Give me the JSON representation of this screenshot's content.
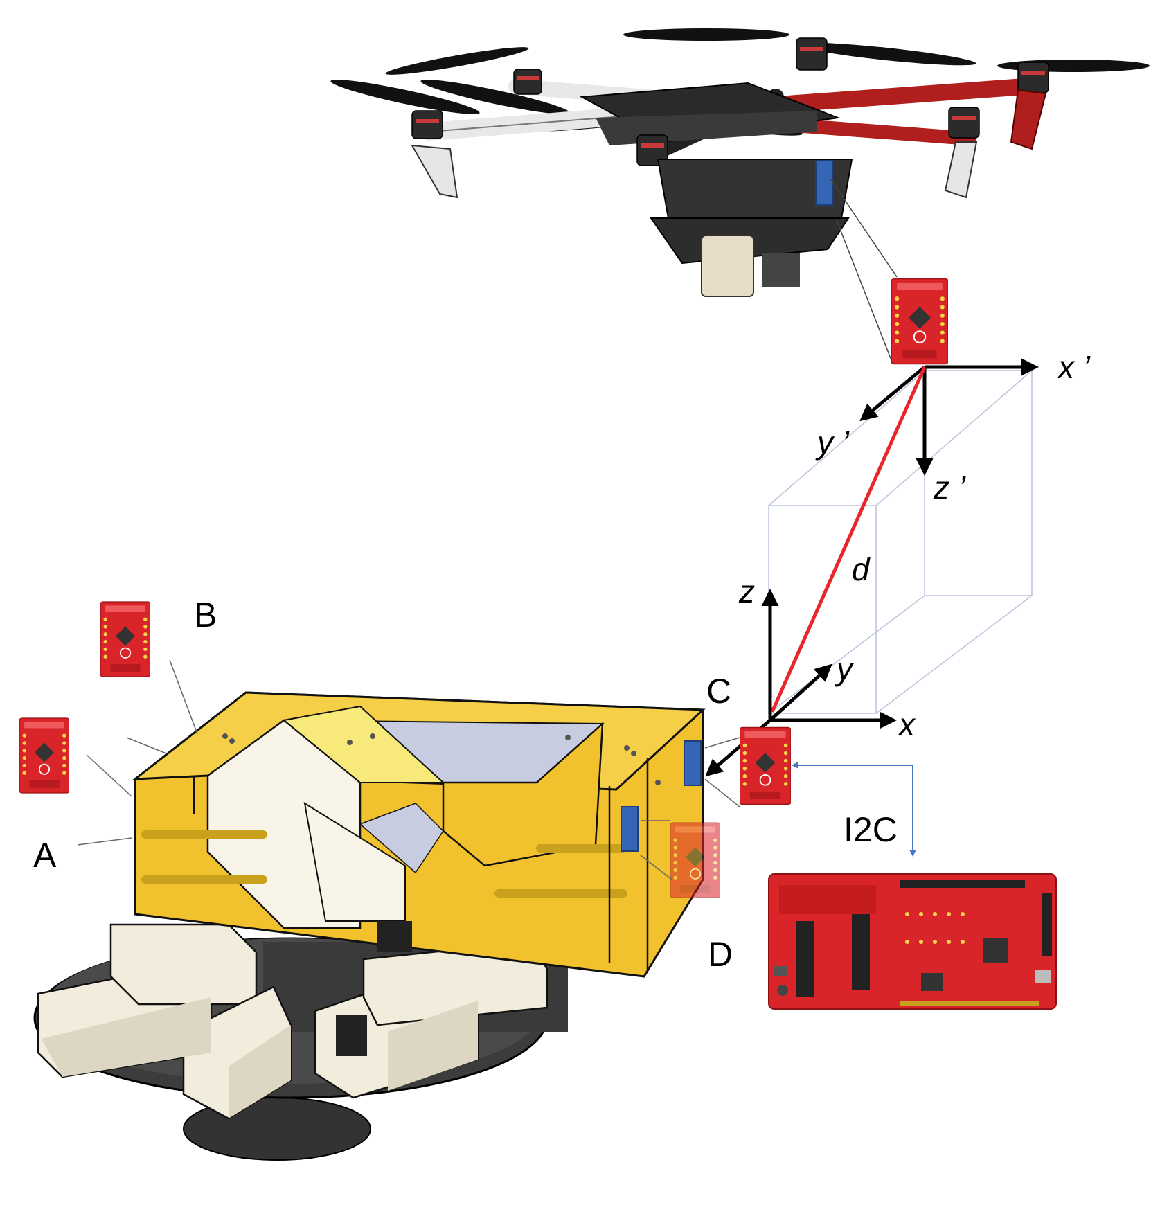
{
  "labels": {
    "a": "A",
    "b": "B",
    "c": "C",
    "d": "D",
    "i2c": "I2C",
    "distance": "d"
  },
  "axes_base": {
    "x": "x",
    "y": "y",
    "z": "z"
  },
  "axes_drone": {
    "x": "x ’",
    "y": "y ’",
    "z": "z ’"
  },
  "colors": {
    "sensor_board": "#d9252a",
    "drone_arm_red": "#b01e1e",
    "platform_yellow": "#f2c12e",
    "blue_marker": "#3566b5",
    "distance_line": "#e8262b",
    "i2c_link": "#4a74c4",
    "box_outline": "#b8c3dc"
  },
  "icons": [
    "drone-icon",
    "platform-icon",
    "sensor-board-icon",
    "controller-board-icon"
  ]
}
